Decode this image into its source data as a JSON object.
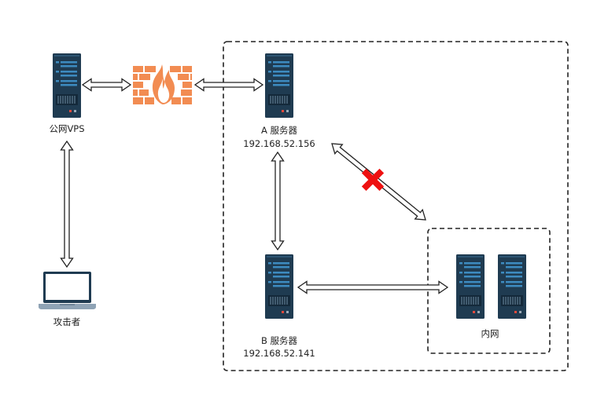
{
  "nodes": {
    "vps": {
      "label": "公网VPS"
    },
    "attacker": {
      "label": "攻击者"
    },
    "server_a": {
      "name": "A 服务器",
      "ip": "192.168.52.156"
    },
    "server_b": {
      "name": "B 服务器",
      "ip": "192.168.52.141"
    },
    "intranet": {
      "label": "内网"
    }
  },
  "icons": [
    "server-icon",
    "firewall-icon",
    "laptop-icon",
    "blocked-x-icon"
  ],
  "colors": {
    "server_body": "#1f3b51",
    "server_detail": "#3d8bc0",
    "firewall": "#f28c52",
    "blocked": "#ee1111",
    "border": "#222222"
  }
}
